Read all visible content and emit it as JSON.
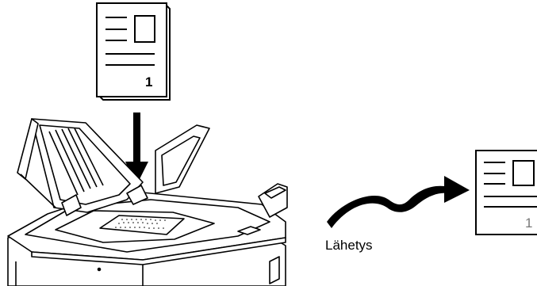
{
  "original_document": {
    "page_number": "1"
  },
  "transmission": {
    "label": "Lähetys",
    "received_page_number": "1"
  },
  "colors": {
    "ink": "#000000",
    "paper": "#ffffff",
    "machine_fill": "#ffffff",
    "received_page_number": "#777777"
  },
  "icons": {
    "placement_arrow": "arrow-down-icon",
    "transmission_arrow": "curved-arrow-right-icon"
  }
}
